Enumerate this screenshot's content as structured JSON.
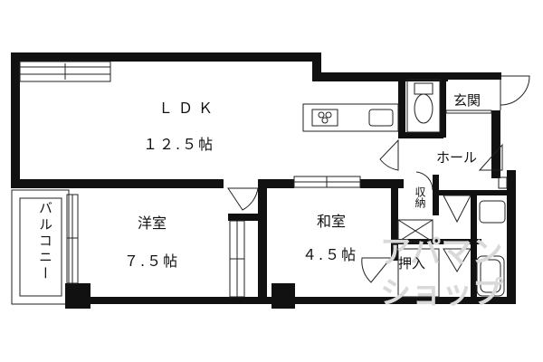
{
  "rooms": {
    "ldk": {
      "label": "ＬＤＫ",
      "size": "１２.５帖"
    },
    "western_room": {
      "label": "洋室",
      "size": "７.５帖"
    },
    "japanese_room": {
      "label": "和室",
      "size": "４.５帖"
    },
    "entrance": {
      "label": "玄関"
    },
    "hall": {
      "label": "ホール"
    },
    "storage": {
      "label": "収納"
    },
    "closet": {
      "label": "押入"
    },
    "balcony": {
      "label": "バルコニー"
    }
  },
  "colors": {
    "wall": "#111111",
    "line": "#222222",
    "background": "#ffffff",
    "watermark": "#d9d9d9"
  }
}
